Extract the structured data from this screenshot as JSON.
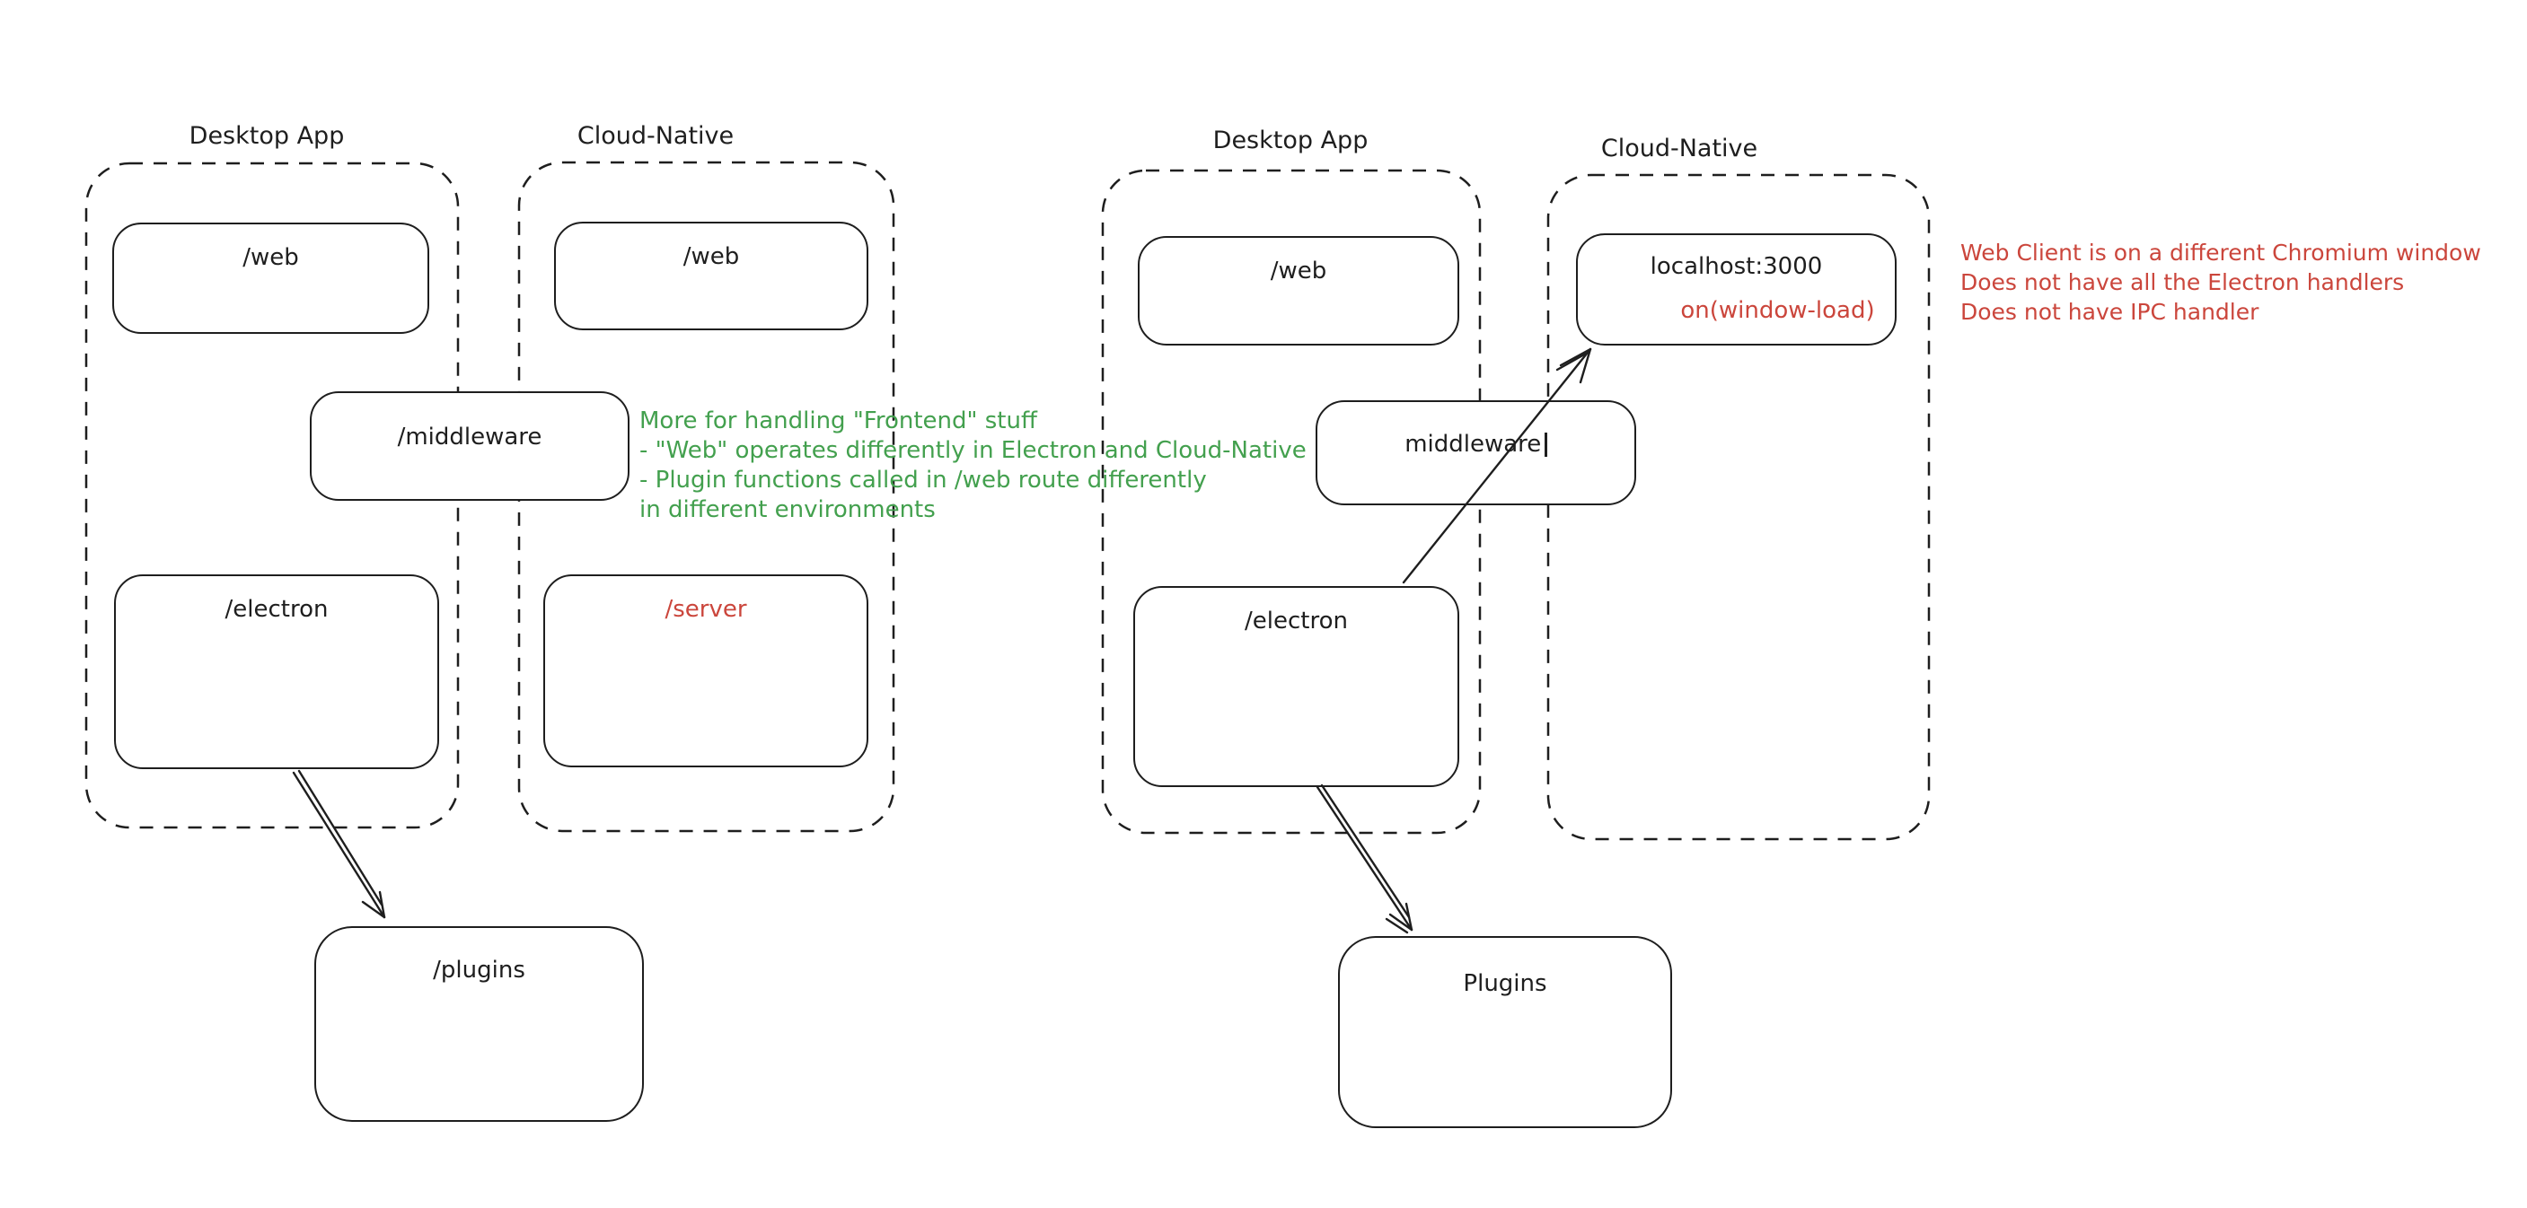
{
  "colors": {
    "background": "#ffffff",
    "ink": "#1e1e1e",
    "green": "#43a04e",
    "red": "#cb463c"
  },
  "left": {
    "desktop_app": {
      "title": "Desktop App",
      "web_label": "/web",
      "electron_label": "/electron"
    },
    "cloud_native": {
      "title": "Cloud-Native",
      "web_label": "/web",
      "server_label": "/server"
    },
    "middleware_label": "/middleware",
    "plugins_label": "/plugins",
    "note": {
      "lines": [
        "More for handling \"Frontend\" stuff",
        "- \"Web\" operates differently in Electron and Cloud-Native",
        "- Plugin functions called in /web route differently",
        "in different environments"
      ]
    }
  },
  "right": {
    "desktop_app": {
      "title": "Desktop App",
      "web_label": "/web",
      "electron_label": "/electron"
    },
    "cloud_native": {
      "title": "Cloud-Native",
      "localhost_label": "localhost:3000",
      "onload_label": "on(window-load)"
    },
    "middleware_label": "middleware",
    "plugins_label": "Plugins",
    "note": {
      "lines": [
        "Web Client is on a different Chromium window",
        "Does not have all the Electron handlers",
        "Does not have IPC handler"
      ]
    }
  }
}
